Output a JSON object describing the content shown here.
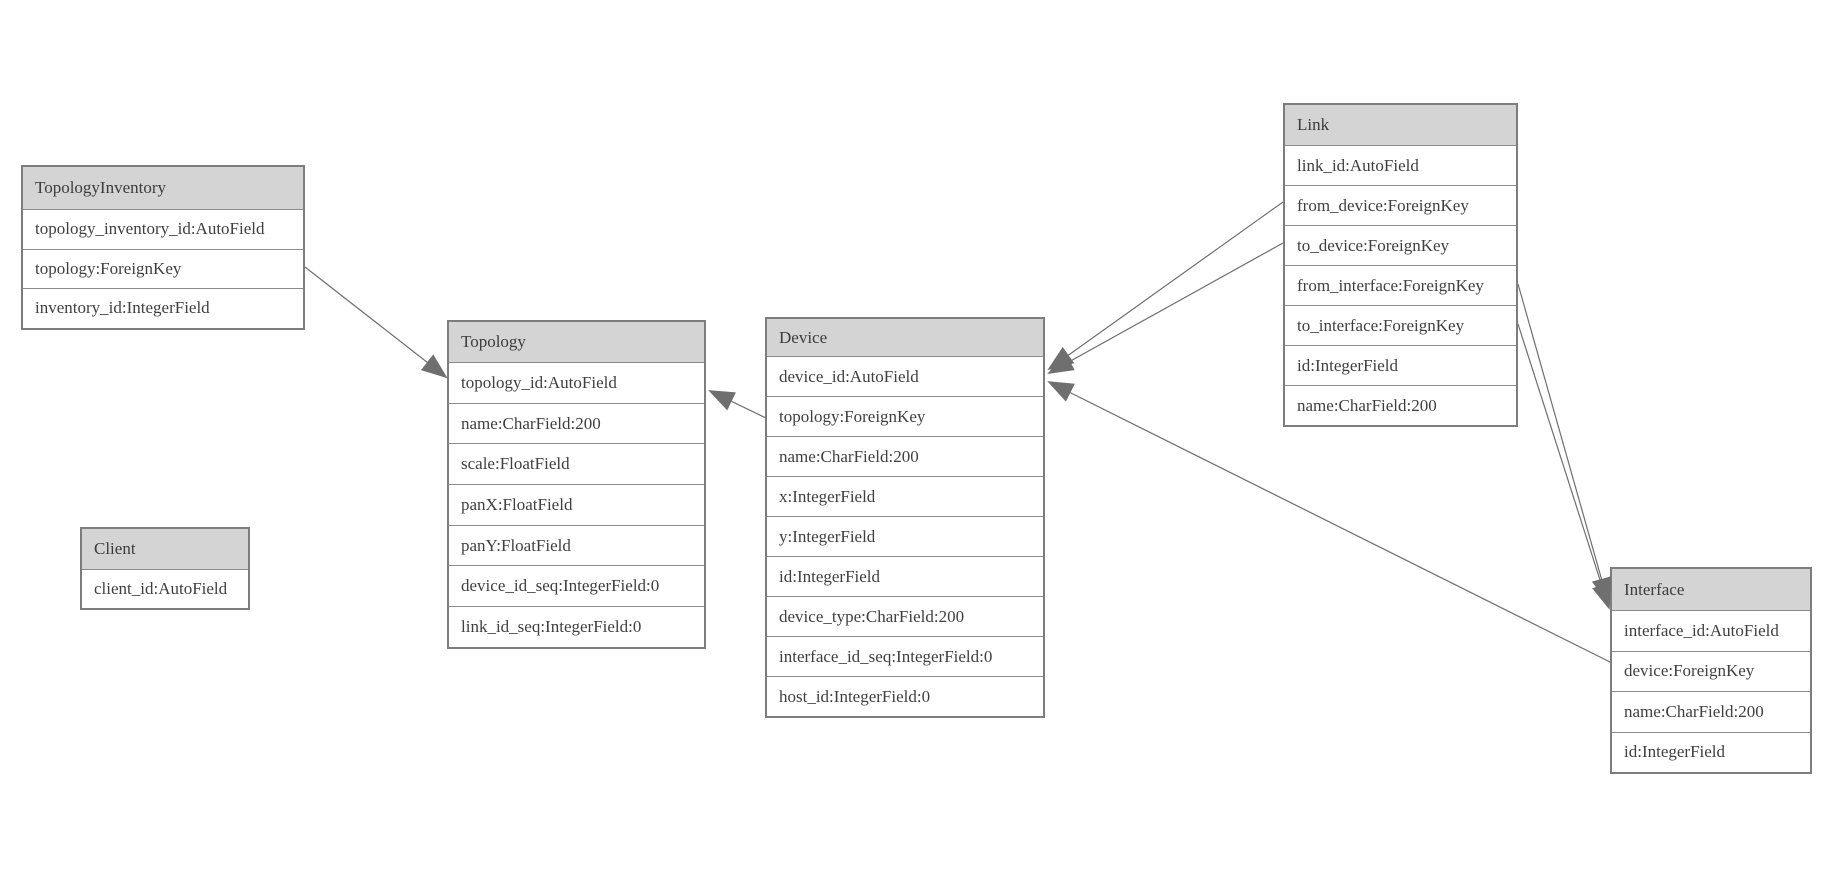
{
  "diagram": {
    "type": "entity-model-graph",
    "colors": {
      "background": "#ffffff",
      "header_fill": "#d4d4d4",
      "border": "#7d7d7d",
      "text": "#3f3f3f",
      "line": "#6f6f6f",
      "arrow_fill": "#6f6f6f"
    },
    "tables": {
      "topology_inventory": {
        "title": "TopologyInventory",
        "rows": [
          "topology_inventory_id:AutoField",
          "topology:ForeignKey",
          "inventory_id:IntegerField"
        ]
      },
      "topology": {
        "title": "Topology",
        "rows": [
          "topology_id:AutoField",
          "name:CharField:200",
          "scale:FloatField",
          "panX:FloatField",
          "panY:FloatField",
          "device_id_seq:IntegerField:0",
          "link_id_seq:IntegerField:0"
        ]
      },
      "client": {
        "title": "Client",
        "rows": [
          "client_id:AutoField"
        ]
      },
      "device": {
        "title": "Device",
        "rows": [
          "device_id:AutoField",
          "topology:ForeignKey",
          "name:CharField:200",
          "x:IntegerField",
          "y:IntegerField",
          "id:IntegerField",
          "device_type:CharField:200",
          "interface_id_seq:IntegerField:0",
          "host_id:IntegerField:0"
        ]
      },
      "link": {
        "title": "Link",
        "rows": [
          "link_id:AutoField",
          "from_device:ForeignKey",
          "to_device:ForeignKey",
          "from_interface:ForeignKey",
          "to_interface:ForeignKey",
          "id:IntegerField",
          "name:CharField:200"
        ]
      },
      "interface": {
        "title": "Interface",
        "rows": [
          "interface_id:AutoField",
          "device:ForeignKey",
          "name:CharField:200",
          "id:IntegerField"
        ]
      }
    },
    "relationships": [
      {
        "from": "TopologyInventory.topology",
        "to": "Topology.topology_id"
      },
      {
        "from": "Device.topology",
        "to": "Topology.topology_id"
      },
      {
        "from": "Link.from_device",
        "to": "Device.device_id"
      },
      {
        "from": "Link.to_device",
        "to": "Device.device_id"
      },
      {
        "from": "Link.from_interface",
        "to": "Interface.interface_id"
      },
      {
        "from": "Link.to_interface",
        "to": "Interface.interface_id"
      },
      {
        "from": "Interface.device",
        "to": "Device.device_id"
      }
    ]
  }
}
